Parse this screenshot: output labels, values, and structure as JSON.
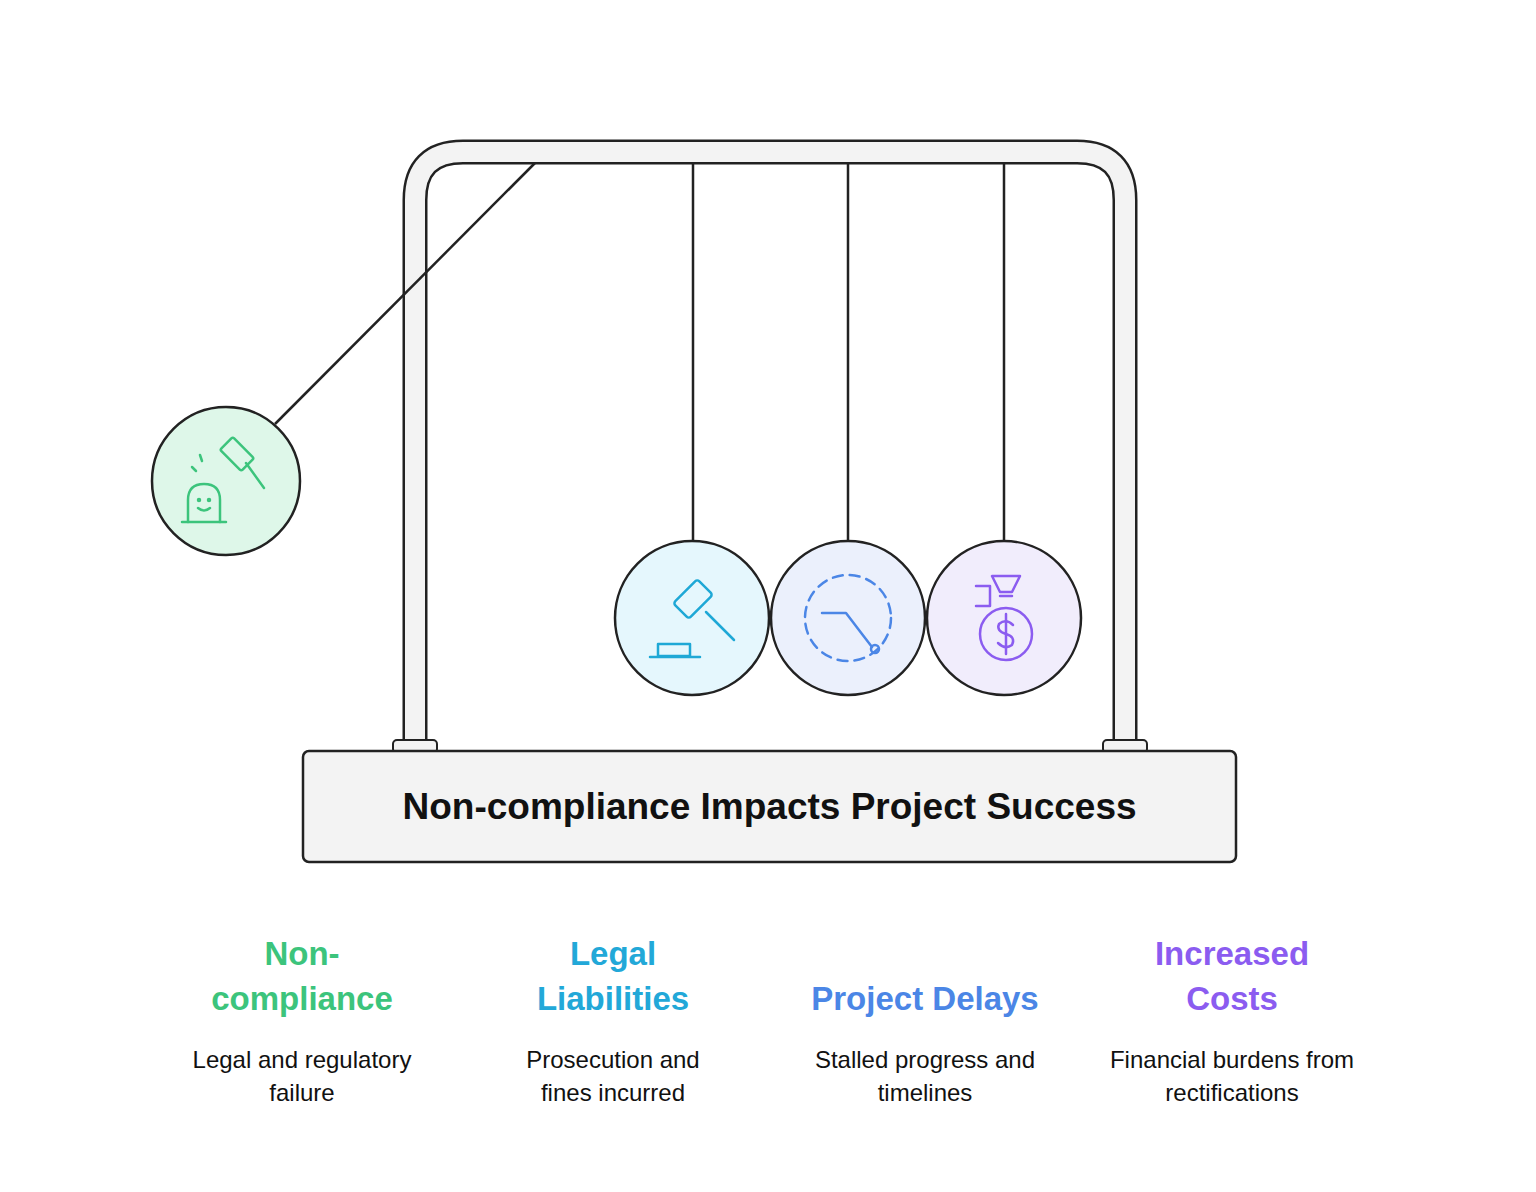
{
  "diagram": {
    "title": "Non-compliance Impacts Project Success",
    "labels": [
      "Non-compliance",
      "Legal and regulatory failure",
      "Legal Liabilities",
      "Prosecution and fines incurred",
      "Project Delays",
      "Stalled progress and timelines",
      "Increased Costs",
      "Financial burdens from rectifications"
    ]
  }
}
